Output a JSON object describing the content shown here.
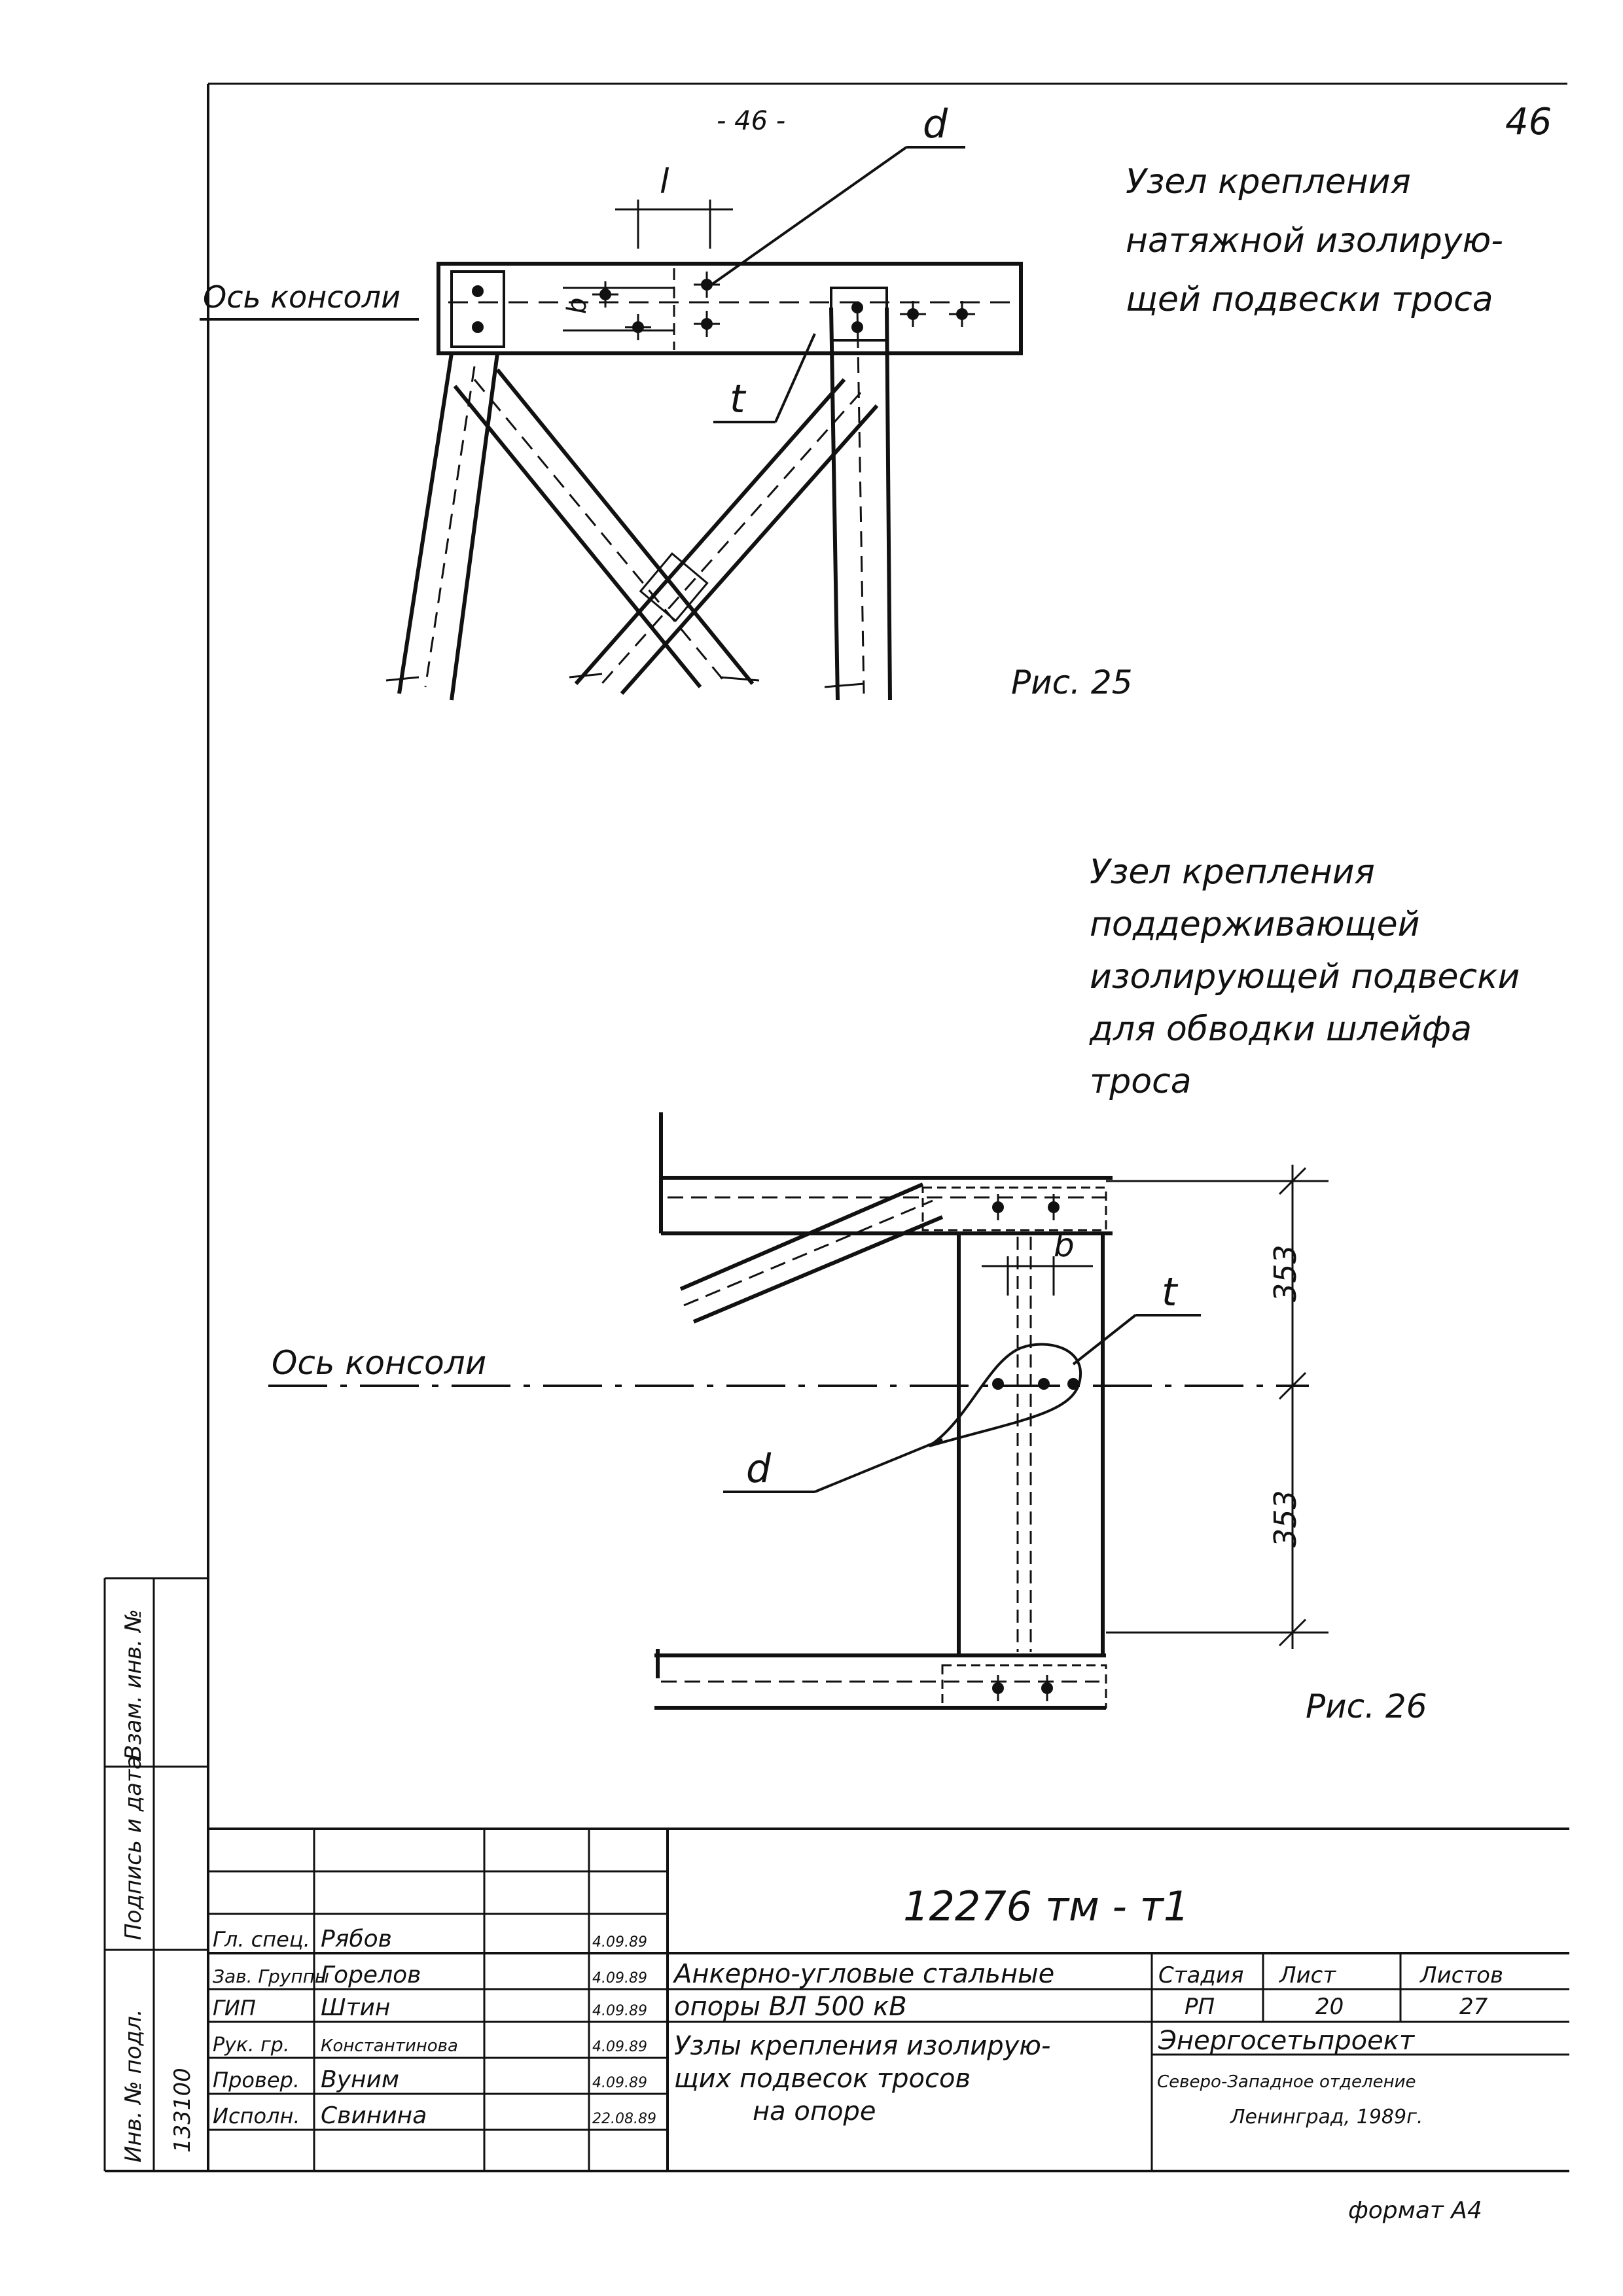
{
  "page": {
    "page_number_top": "- 46 -",
    "page_number_corner": "46",
    "format": "формат А4"
  },
  "fig25": {
    "title_lines": [
      "Узел крепления",
      "натяжной изолирую-",
      "щей подвески троса"
    ],
    "console_axis": "Ось консоли",
    "label_l": "l",
    "label_d": "d",
    "label_t": "t",
    "label_b": "b",
    "caption": "Рис. 25"
  },
  "fig26": {
    "title_lines": [
      "Узел крепления",
      "поддерживающей",
      "изолирующей подвески",
      "для обводки шлейфа",
      "троса"
    ],
    "console_axis": "Ось консоли",
    "label_b": "b",
    "label_t": "t",
    "label_d": "d",
    "dim_upper": "353",
    "dim_lower": "353",
    "caption": "Рис. 26"
  },
  "side_stamp": {
    "cells": [
      "Взам. инв. №",
      "Подпись и дата",
      "Инв. № подл."
    ],
    "inventory_value": "133100"
  },
  "title_block": {
    "document_code": "12276 тм - т1",
    "staff": [
      {
        "role": "Гл. спец.",
        "name": "Рябов",
        "date": "4.09.89"
      },
      {
        "role": "Зав. Группы",
        "name": "Горелов",
        "date": "4.09.89"
      },
      {
        "role": "ГИП",
        "name": "Штин",
        "date": "4.09.89"
      },
      {
        "role": "Рук. гр.",
        "name": "Константинова",
        "date": "4.09.89"
      },
      {
        "role": "Провер.",
        "name": "Вуним",
        "date": "4.09.89"
      },
      {
        "role": "Исполн.",
        "name": "Свинина",
        "date": "22.08.89"
      }
    ],
    "object_title_lines": [
      "Анкерно-угловые стальные",
      "опоры ВЛ 500 кВ"
    ],
    "sheet_title_lines": [
      "Узлы крепления изолирую-",
      "щих подвесок тросов",
      "на опоре"
    ],
    "stage_label": "Стадия",
    "sheet_label": "Лист",
    "sheets_label": "Листов",
    "stage_value": "РП",
    "sheet_value": "20",
    "sheets_value": "27",
    "org_lines": [
      "Энергосетьпроект",
      "Северо-Западное отделение",
      "Ленинград, 1989г."
    ]
  }
}
